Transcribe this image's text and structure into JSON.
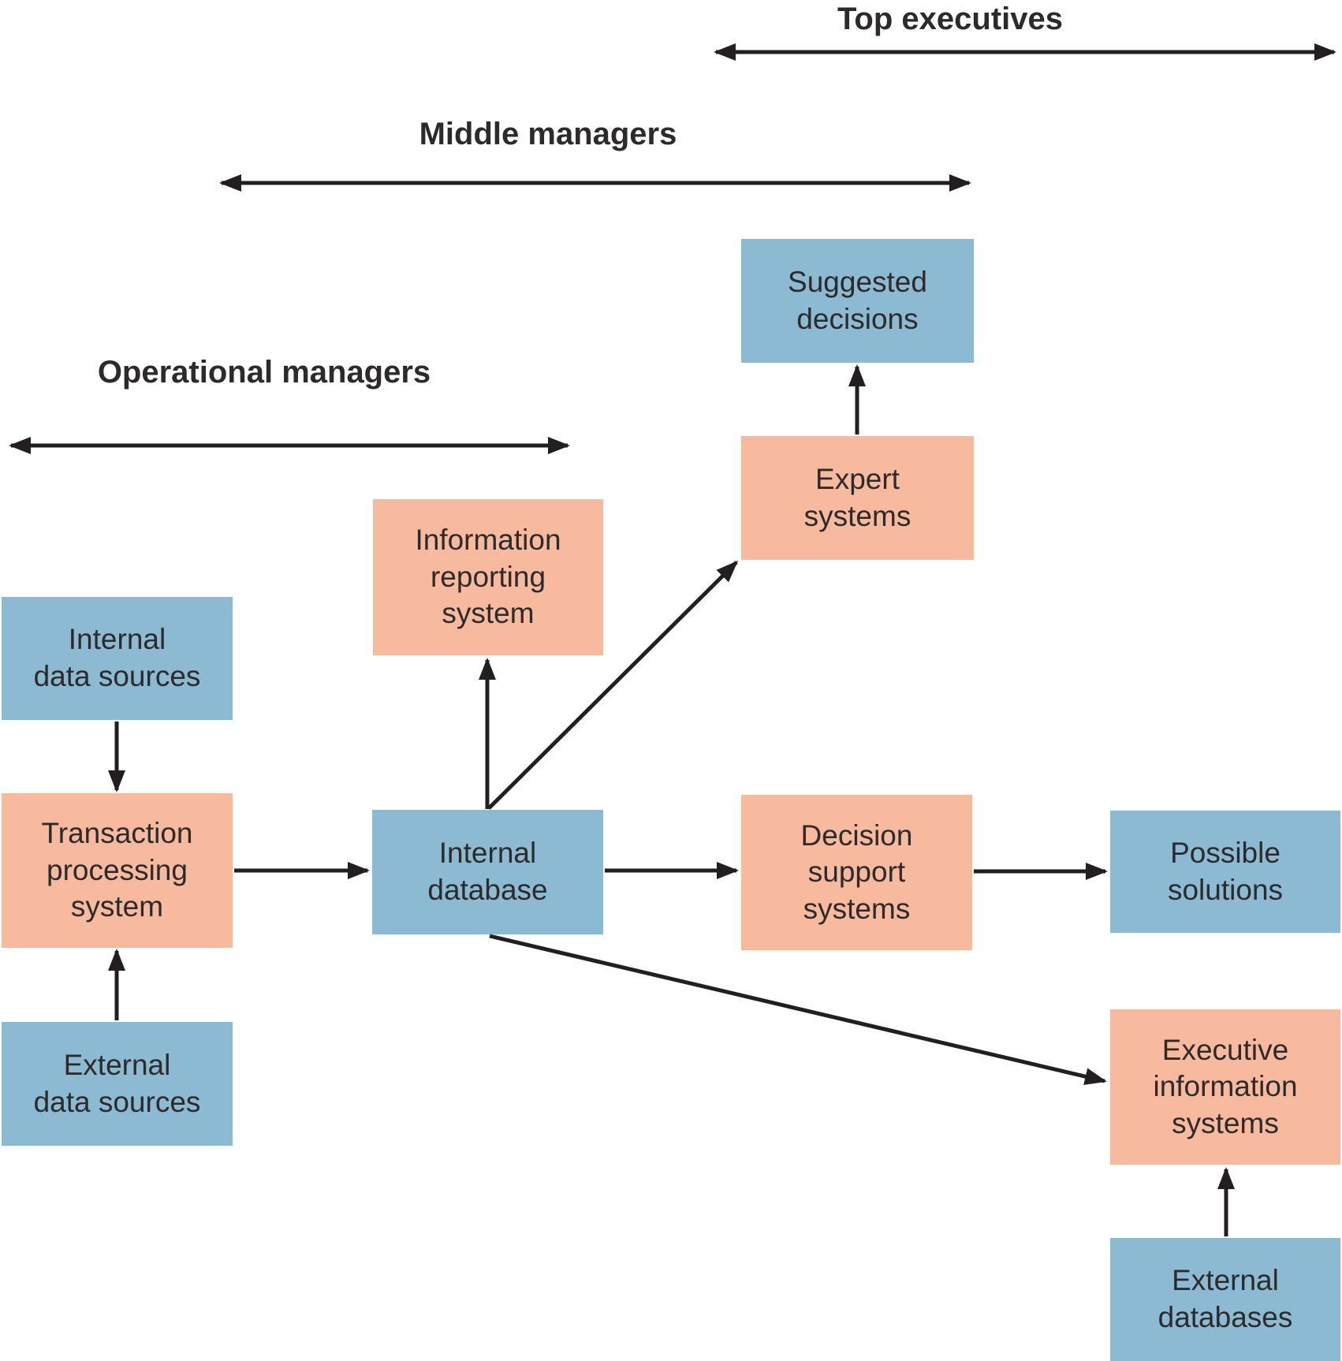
{
  "diagram": {
    "bands": [
      {
        "id": "top-executives",
        "label": "Top executives"
      },
      {
        "id": "middle-managers",
        "label": "Middle managers"
      },
      {
        "id": "operational-managers",
        "label": "Operational managers"
      }
    ],
    "nodes": {
      "internal_data_sources": {
        "label": "Internal\ndata sources",
        "kind": "data"
      },
      "transaction_processing_system": {
        "label": "Transaction\nprocessing\nsystem",
        "kind": "system"
      },
      "external_data_sources": {
        "label": "External\ndata sources",
        "kind": "data"
      },
      "information_reporting_system": {
        "label": "Information\nreporting\nsystem",
        "kind": "system"
      },
      "internal_database": {
        "label": "Internal\ndatabase",
        "kind": "data"
      },
      "suggested_decisions": {
        "label": "Suggested\ndecisions",
        "kind": "data"
      },
      "expert_systems": {
        "label": "Expert\nsystems",
        "kind": "system"
      },
      "decision_support_systems": {
        "label": "Decision\nsupport\nsystems",
        "kind": "system"
      },
      "possible_solutions": {
        "label": "Possible\nsolutions",
        "kind": "data"
      },
      "executive_information_systems": {
        "label": "Executive\ninformation\nsystems",
        "kind": "system"
      },
      "external_databases": {
        "label": "External\ndatabases",
        "kind": "data"
      }
    },
    "edges": [
      "internal_data_sources -> transaction_processing_system",
      "external_data_sources -> transaction_processing_system",
      "transaction_processing_system -> internal_database",
      "internal_database -> information_reporting_system",
      "internal_database -> expert_systems",
      "expert_systems -> suggested_decisions",
      "internal_database -> decision_support_systems",
      "decision_support_systems -> possible_solutions",
      "internal_database -> executive_information_systems",
      "external_databases -> executive_information_systems"
    ],
    "colors": {
      "data_box": "#8cbad2",
      "system_box": "#f8ba9e",
      "arrow": "#231f20",
      "text": "#2d2a2b"
    }
  }
}
